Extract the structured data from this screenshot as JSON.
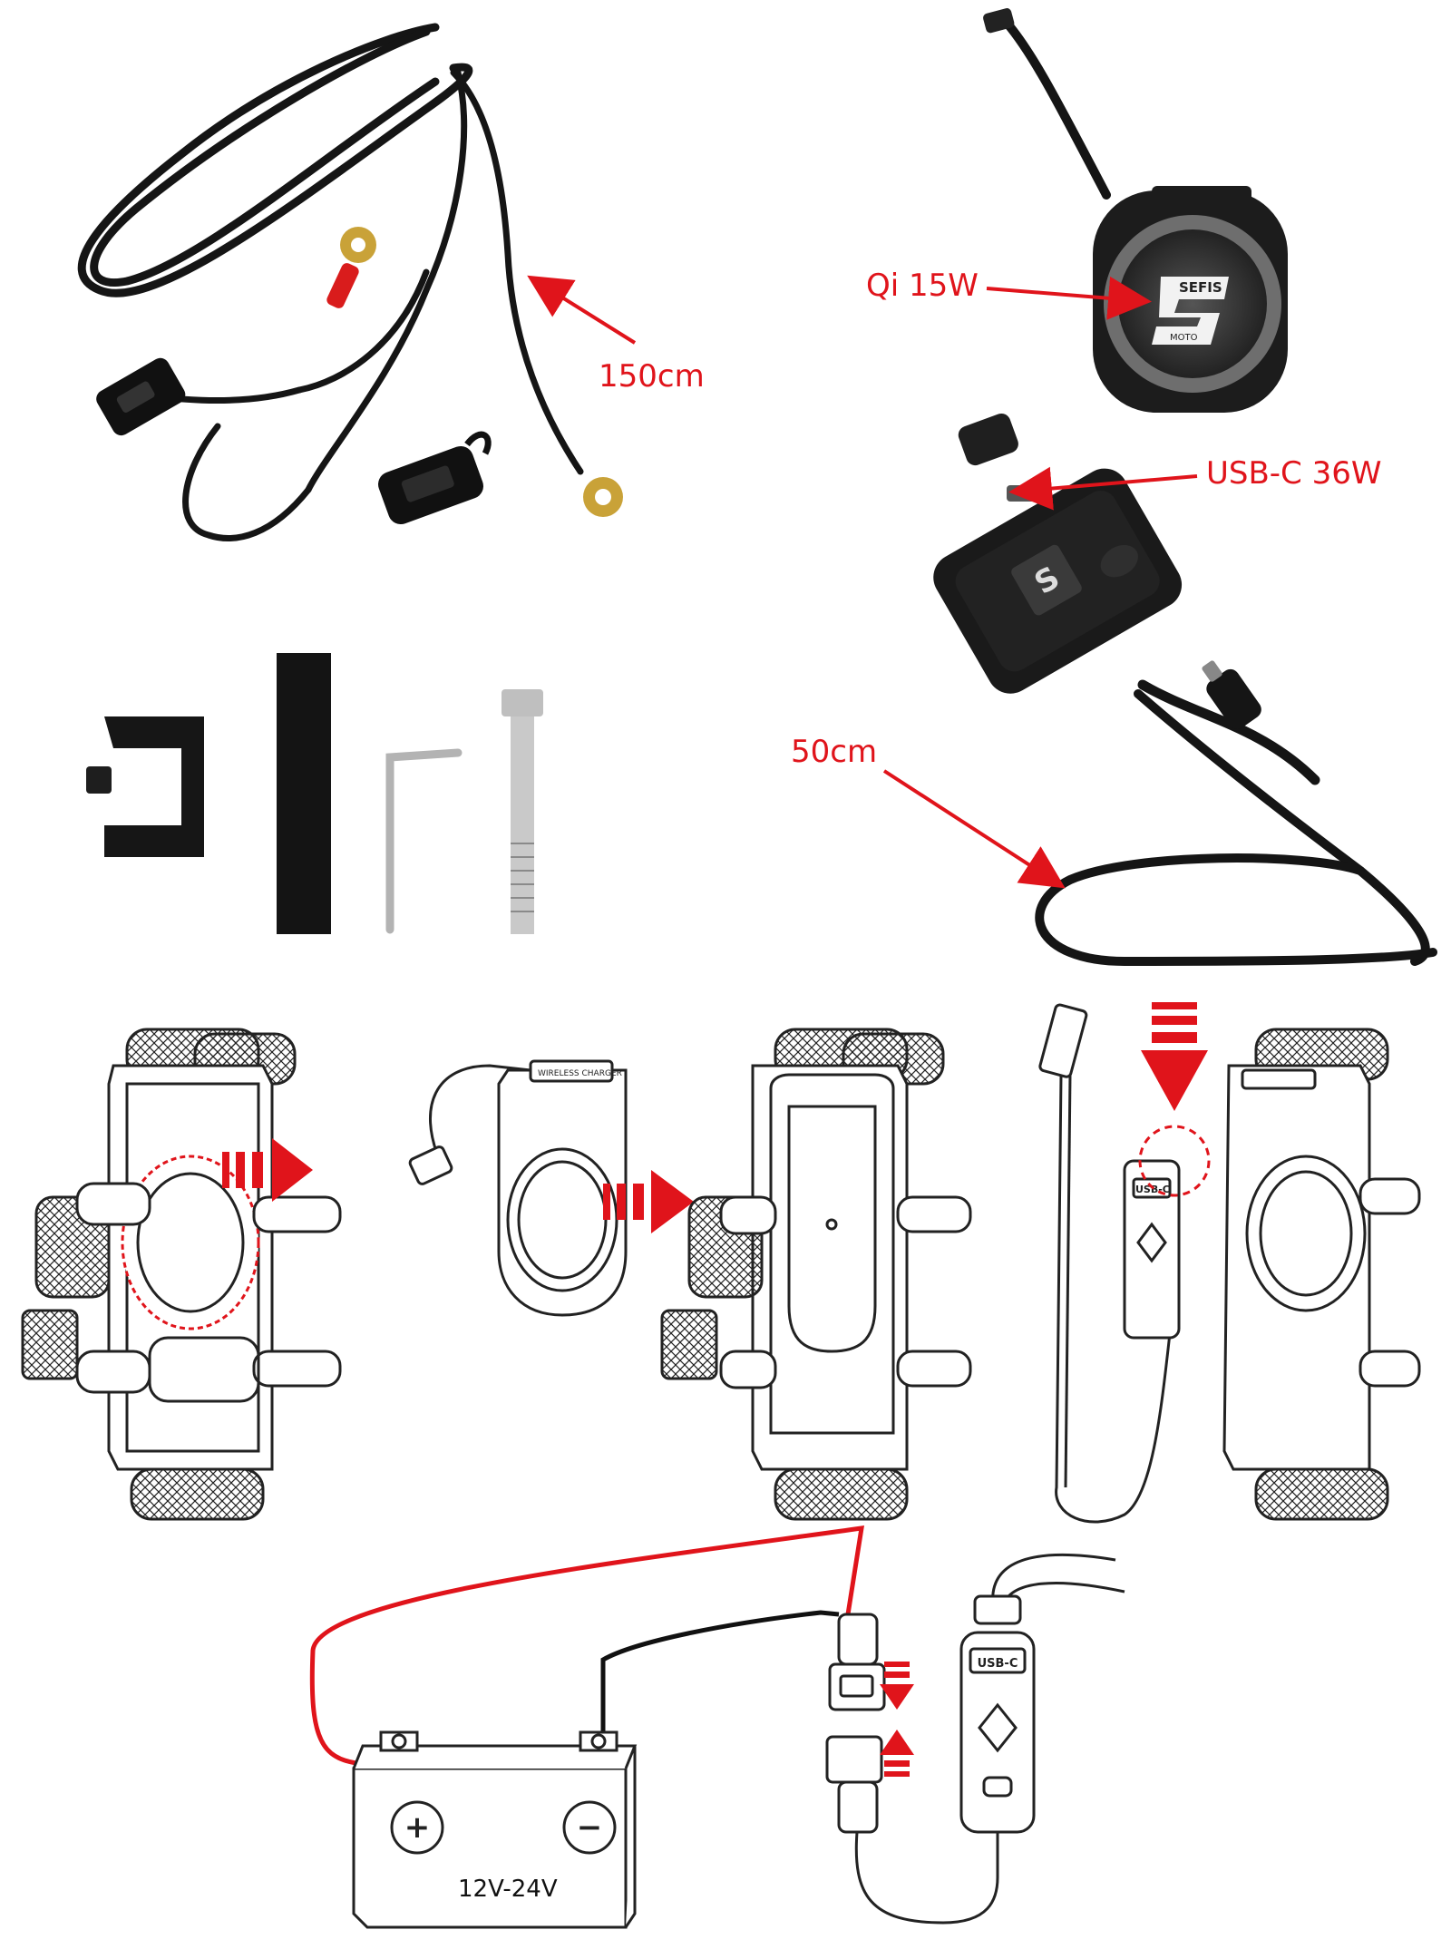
{
  "callouts": {
    "cable_length": "150cm",
    "qi_power": "Qi 15W",
    "usbc_power": "USB-C 36W",
    "lead_length": "50cm"
  },
  "product_text": {
    "brand_top": "SEFIS",
    "brand_bottom": "MOTO",
    "pad_label": "WIRELESS CHARGER",
    "module_label": "USB-C"
  },
  "battery": {
    "voltage": "12V-24V",
    "positive_symbol": "+",
    "negative_symbol": "−"
  },
  "colors": {
    "accent": "#e0141b",
    "wire_black": "#1a1a1a",
    "wire_red": "#e0141b"
  }
}
